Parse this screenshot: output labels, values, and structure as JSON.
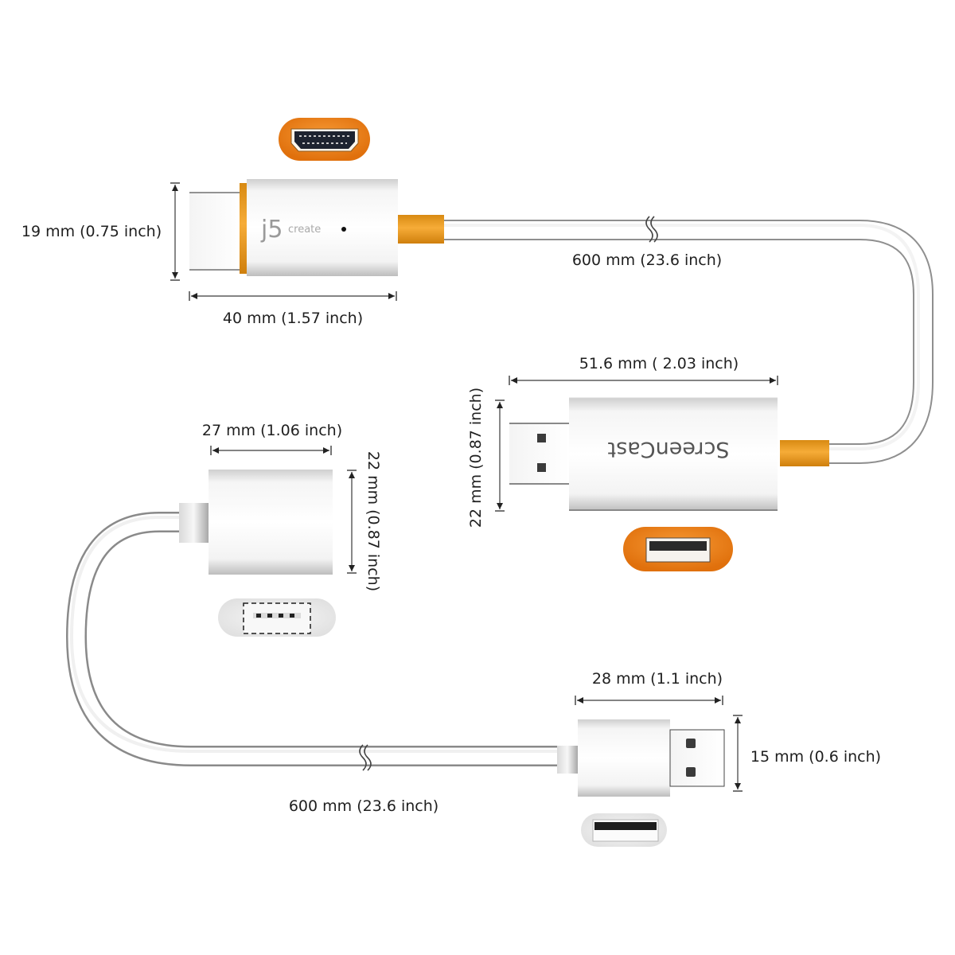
{
  "title": "j5create ScreenCast HDMI/USB cable dimensions diagram",
  "colors": {
    "accent_orange": "#f08a1c",
    "sleeve_orange": "#eea22a",
    "body_white": "#ffffff",
    "cable_shadow": "#8a8a8a",
    "text": "#1f1f1f"
  },
  "hdmi_connector": {
    "brand_logo": "j5",
    "brand_sub": "create",
    "port_icon": "hdmi-port-icon",
    "height_label": "19 mm (0.75 inch)",
    "length_label": "40 mm (1.57 inch)"
  },
  "top_cable": {
    "length_label": "600 mm (23.6 inch)",
    "break_icon": "cable-break-icon"
  },
  "screencast_dongle": {
    "brand_text": "ScreenCast",
    "port_icon": "usb-a-port-icon",
    "length_label": "51.6 mm ( 2.03 inch)",
    "height_label": "22 mm (0.87 inch)"
  },
  "usb_female_connector": {
    "port_icon": "usb-a-female-port-icon",
    "width_label": "27 mm (1.06 inch)",
    "height_label": "22 mm (0.87 inch)"
  },
  "bottom_cable": {
    "length_label": "600 mm (23.6 inch)",
    "break_icon": "cable-break-icon"
  },
  "usb_male_connector": {
    "port_icon": "usb-a-port-icon",
    "length_label": "28 mm (1.1 inch)",
    "height_label": "15 mm (0.6 inch)"
  }
}
